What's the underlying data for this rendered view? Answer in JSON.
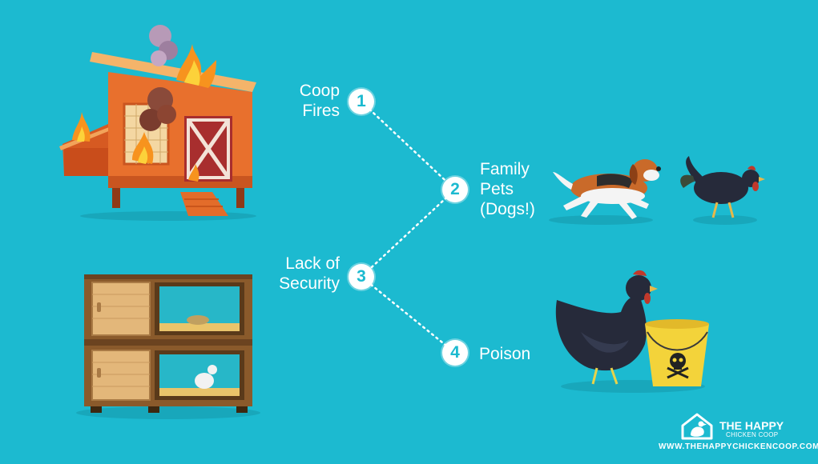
{
  "items": [
    {
      "number": "1",
      "label_line1": "Coop",
      "label_line2": "Fires"
    },
    {
      "number": "2",
      "label_line1": "Family",
      "label_line2": "Pets",
      "label_line3": "(Dogs!)"
    },
    {
      "number": "3",
      "label_line1": "Lack of",
      "label_line2": "Security"
    },
    {
      "number": "4",
      "label_line1": "Poison"
    }
  ],
  "brand": {
    "title": "THE HAPPY",
    "subtitle": "CHICKEN COOP",
    "url": "WWW.THEHAPPYCHICKENCOOP.COM"
  },
  "colors": {
    "background": "#1cbad0",
    "badge": "#ffffff",
    "connector": "#ffffff"
  },
  "icons": [
    "burning-coop",
    "stacked-hutch",
    "dog-chasing-chicken",
    "chicken-with-poison-bucket",
    "skull-crossbones-icon",
    "house-chicken-logo-icon"
  ]
}
